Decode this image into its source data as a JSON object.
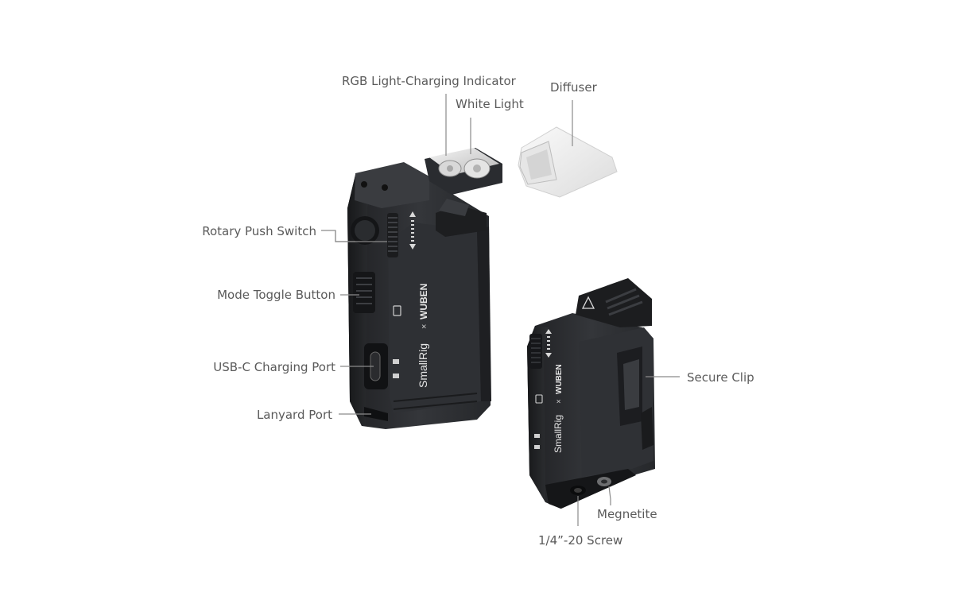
{
  "labels": {
    "rgb_indicator": "RGB Light-Charging Indicator",
    "white_light": "White Light",
    "diffuser": "Diffuser",
    "rotary_switch": "Rotary Push Switch",
    "mode_toggle": "Mode Toggle Button",
    "usb_c_port": "USB-C Charging Port",
    "lanyard_port": "Lanyard Port",
    "secure_clip": "Secure Clip",
    "magnetite": "Megnetite",
    "screw": "1/4”-20 Screw"
  },
  "branding": {
    "brand_primary": "SmallRig",
    "brand_separator": "×",
    "brand_secondary": "WUBEN"
  },
  "colors": {
    "body": "#2b2d30",
    "body_dark": "#1c1d1f",
    "label_text": "#5a5a5a",
    "leader_line": "#8a8a8a",
    "diffuser": "#f2f2f2"
  }
}
